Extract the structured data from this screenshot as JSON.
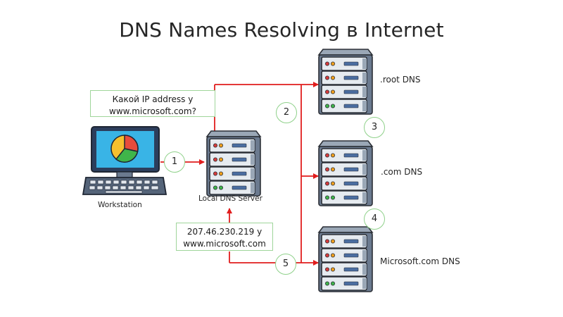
{
  "title": "DNS Names Resolving в Internet",
  "workstation": {
    "label": "Workstation"
  },
  "local_server": {
    "label": "Local DNS Server"
  },
  "servers": [
    {
      "label": ".root DNS"
    },
    {
      "label": ".com DNS"
    },
    {
      "label": "Microsoft.com DNS"
    }
  ],
  "query_box": {
    "line1": "Какой IP address  у",
    "line2": "www.microsoft.com?"
  },
  "answer_box": {
    "line1": "207.46.230.219 у",
    "line2": "www.microsoft.com"
  },
  "steps": [
    "1",
    "2",
    "3",
    "4",
    "5"
  ],
  "colors": {
    "arrow": "#e11d1d",
    "step_border": "#8fd18a",
    "server_body": "#6b7a8f",
    "server_face": "#e3e8ee",
    "monitor_screen": "#39b4e6"
  }
}
